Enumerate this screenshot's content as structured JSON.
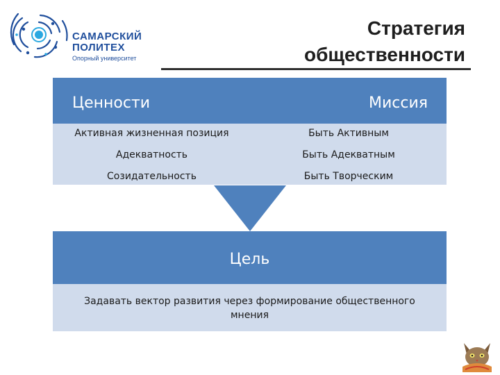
{
  "logo": {
    "name_line1": "САМАРСКИЙ",
    "name_line2": "ПОЛИТЕХ",
    "subtitle": "Опорный университет",
    "colors": {
      "primary": "#1f4e9c",
      "accent": "#2aa8e0"
    }
  },
  "title": {
    "line1": "Стратегия",
    "line2": "общественности"
  },
  "left_block": {
    "header": "Ценности",
    "items": [
      "Активная жизненная позиция",
      "Адекватность",
      "Созидательность"
    ]
  },
  "right_block": {
    "header": "Миссия",
    "items": [
      "Быть Активным",
      "Быть Адекватным",
      "Быть Творческим"
    ]
  },
  "goal_block": {
    "header": "Цель",
    "text_line1": "Задавать вектор развития через формирование общественного",
    "text_line2": "мнения"
  },
  "decor": {
    "mascot": "cat-mascot-icon"
  },
  "colors": {
    "blue": "#4f81bd",
    "light": "#d0dbec",
    "dark_blue": "#3b6aa0"
  }
}
